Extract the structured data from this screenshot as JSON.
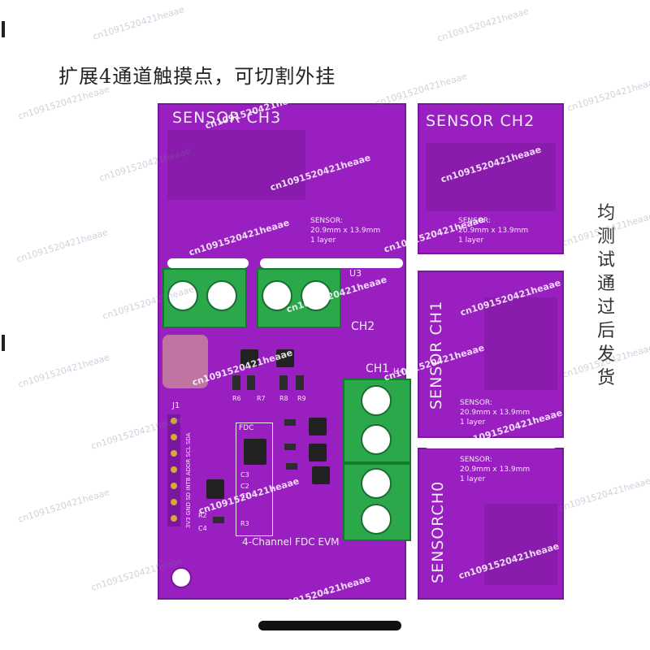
{
  "header_text": "扩展4通道触摸点，可切割外挂",
  "side_note": "均测试通过后发货",
  "board": {
    "channels": [
      {
        "id": "ch3",
        "title": "SENSOR CH3"
      },
      {
        "id": "ch2",
        "title": "SENSOR CH2"
      },
      {
        "id": "ch1",
        "title": "SENSOR CH1"
      },
      {
        "id": "ch0",
        "title": "SENSORCH0"
      }
    ],
    "sensor_spec": {
      "label": "SENSOR:",
      "size": "20.9mm x 13.9mm",
      "layers": "1 layer"
    },
    "connector_labels": {
      "ch2": "CH2",
      "ch1": "CH1",
      "u3": "U3",
      "u4": "U4"
    },
    "evm_label": "4-Channel FDC EVM",
    "fdc_label": "FDC",
    "header_label": "J1",
    "header_pins_text": "3V3 GND SD INTB ADDR SCL SDA",
    "component_refs": [
      "C1",
      "C2",
      "C3",
      "C4",
      "R2",
      "R3",
      "R6",
      "R7",
      "R8",
      "R9"
    ]
  },
  "watermark": "cn1091520421heaae",
  "colors": {
    "board": "#9a1fc0",
    "terminal": "#2aa84a",
    "silkscreen": "#f1eaf6"
  }
}
